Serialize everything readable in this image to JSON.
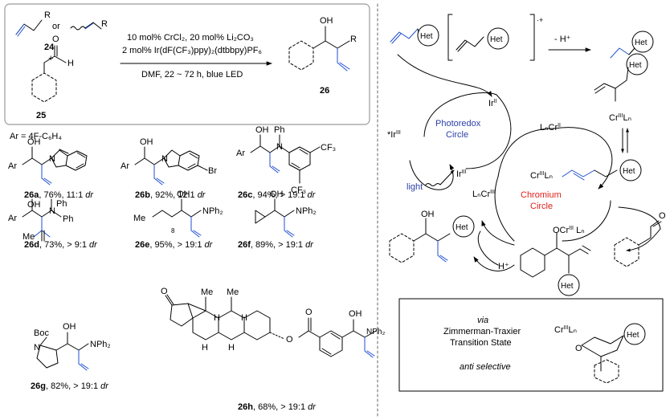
{
  "scheme": {
    "reactant_24": {
      "number": "24",
      "or": "or",
      "r": "R"
    },
    "reactant_25": {
      "number": "25",
      "ald_o": "O",
      "ald_h": "H"
    },
    "plus": "+",
    "product_26": {
      "number": "26",
      "oh": "OH",
      "r": "R"
    },
    "conditions": {
      "line1": "10 mol% CrCl₂, 20 mol% Li₂CO₃",
      "line2": "2 mol% Ir(dF(CF₃)ppy)₂(dtbbpy)PF₆",
      "line3": "DMF, 22 ~ 72 h, blue LED"
    }
  },
  "ar_def": "Ar = 4F-C₆H₄",
  "compounds": [
    {
      "id": "26a",
      "label": "26a",
      "yield": ", 76%, 11:1 ",
      "dr": "dr"
    },
    {
      "id": "26b",
      "label": "26b",
      "yield": ", 92%, 12:1 ",
      "dr": "dr"
    },
    {
      "id": "26c",
      "label": "26c",
      "yield": ", 94%, > 19:1 ",
      "dr": "dr"
    },
    {
      "id": "26d",
      "label": "26d",
      "yield": ", 73%, > 9:1 ",
      "dr": "dr"
    },
    {
      "id": "26e",
      "label": "26e",
      "yield": ", 95%, > 19:1 ",
      "dr": "dr"
    },
    {
      "id": "26f",
      "label": "26f",
      "yield": ", 89%, > 19:1 ",
      "dr": "dr"
    },
    {
      "id": "26g",
      "label": "26g",
      "yield": ", 82%, > 19:1 ",
      "dr": "dr"
    },
    {
      "id": "26h",
      "label": "26h",
      "yield": ", 68%, > 19:1 ",
      "dr": "dr"
    }
  ],
  "labels": {
    "oh": "OH",
    "ar": "Ar",
    "n": "N",
    "ph": "Ph",
    "cf3": "CF₃",
    "br": "Br",
    "me": "Me",
    "nph2": "NPh₂",
    "sub8": "8",
    "boc": "Boc",
    "h": "H",
    "o": "O"
  },
  "mechanism": {
    "het": "Het",
    "radical_cation": "·+",
    "minus_h": "- H⁺",
    "ir_ii": "Ir",
    "ir_ii_sup": "II",
    "ir_iii": "Ir",
    "ir_iii_sup": "III",
    "ir_iii_star": "*Ir",
    "light": "light",
    "photoredox_line1": "Photoredox",
    "photoredox_line2": "Circle",
    "chromium_line1": "Chromium",
    "chromium_line2": "Circle",
    "lncr_ii": "LₙCr",
    "lncr_ii_sup": "II",
    "lncr_iii": "LₙCr",
    "lncr_iii_sup": "III",
    "cr_allyl": "Cr",
    "cr_allyl_sup": "III",
    "cr_allyl_ln": "Lₙ",
    "cr_int": "Cr",
    "cr_int_sup": "III",
    "cr_int_ln": "Lₙ",
    "ocr": "OCr",
    "ocr_sup": "III",
    "ocr_ln": " Lₙ",
    "h_plus": "H⁺",
    "oh": "OH",
    "ald_o": "O"
  },
  "ts_box": {
    "via": "via",
    "line1": "Zimmerman-Traxier",
    "line2": "Transition State",
    "selectivity": "anti selective",
    "cr": "Cr",
    "cr_sup": "III",
    "ln": "Lₙ",
    "o": "O",
    "het": "Het"
  },
  "colors": {
    "blue_bond": "#1f4fd1",
    "photoredox_text": "#2b3fa8",
    "chromium_text": "#e0201a",
    "light_text": "#2b3fa8",
    "box_border": "#9a9a9a"
  }
}
